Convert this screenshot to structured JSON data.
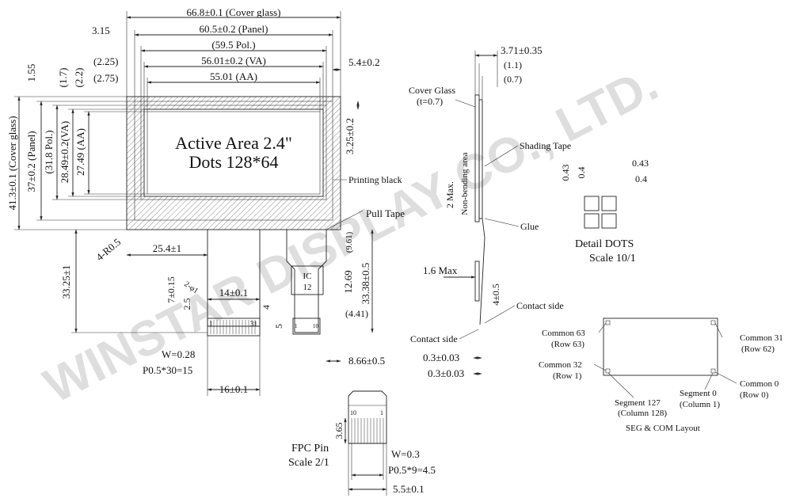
{
  "watermark": "WINSTAR DISPLAY CO., LTD.",
  "front_view": {
    "active_area_title": "Active Area 2.4\"",
    "dots_label": "Dots 128*64",
    "dims": {
      "cover_glass_w": "66.8±0.1 (Cover glass)",
      "panel_w": "60.5±0.2 (Panel)",
      "pol_w": "(59.5 Pol.)",
      "va_w": "56.01±0.2 (VA)",
      "aa_w": "55.01 (AA)",
      "left_315": "3.15",
      "left_225": "(2.25)",
      "left_275": "(2.75)",
      "right_54": "5.4±0.2",
      "top_155": "1.55",
      "top_17": "(1.7)",
      "top_22": "(2.2)",
      "h_cover": "41.3±0.1 (Cover glass)",
      "h_panel": "37±0.2 (Panel)",
      "h_pol": "(31.8 Pol.)",
      "h_va": "28.49±0.2(VA)",
      "h_aa": "27.49 (AA)",
      "right_325": "3.25±0.2",
      "radius": "4-R0.5",
      "fpc_left": "25.4±1",
      "h_3325": "33.25±1",
      "h_961": "(9.61)",
      "h_1269": "12.69",
      "h_3338": "33.38±0.5",
      "h_441": "(4.41)",
      "fpc_right": "8.66±0.5",
      "w_141": "14±0.1",
      "h_715": "7±0.15",
      "h_25": "2.5",
      "pin_d": "2-φ1",
      "h_4": "4",
      "h_5": "5",
      "w_028": "W=0.28",
      "pitch_30": "P0.5*30=15",
      "w_16": "16±0.1",
      "pin_1": "1",
      "pin_31": "31",
      "pin_1b": "1",
      "pin_10b": "10"
    },
    "printing_black": "Printing black",
    "pull_tape": "Pull Tape",
    "ic_label": "IC",
    "ic_num": "12"
  },
  "side_view": {
    "t_371": "3.71±0.35",
    "t_11": "(1.1)",
    "t_07": "(0.7)",
    "cover_glass": "Cover Glass",
    "cover_t": "(t=0.7)",
    "shading_tape": "Shading Tape",
    "max_2": "2 Max.",
    "non_bending": "Non-bending area",
    "glue": "Glue",
    "max_16": "1.6 Max",
    "h_4": "4±0.5",
    "contact_side_r": "Contact side",
    "contact_side_l": "Contact side",
    "t_003a": "0.3±0.03",
    "t_003b": "0.3±0.03"
  },
  "detail_dots": {
    "d_043a": "0.43",
    "d_04a": "0.4",
    "d_043b": "0.43",
    "d_04b": "0.4",
    "title": "Detail DOTS",
    "scale": "Scale 10/1"
  },
  "seg_com": {
    "common63": "Common 63",
    "row63": "(Row 63)",
    "common31": "Common 31",
    "row62": "(Row 62)",
    "common32": "Common 32",
    "row1": "(Row 1)",
    "common0": "Common 0",
    "row0": "(Row 0)",
    "seg127": "Segment 127",
    "col128": "(Column 128)",
    "seg0": "Segment 0",
    "col1": "(Column 1)",
    "title": "SEG & COM  Layout"
  },
  "fpc_pin": {
    "title": "FPC Pin",
    "scale": "Scale 2/1",
    "h_365": "3.65",
    "w_03": "W=0.3",
    "pitch_9": "P0.5*9=4.5",
    "w_55": "5.5±0.1",
    "pin_10": "10",
    "pin_1": "1"
  }
}
